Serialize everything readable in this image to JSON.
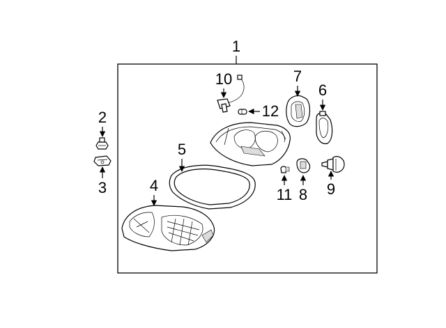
{
  "diagram": {
    "callouts": {
      "c1": "1",
      "c2": "2",
      "c3": "3",
      "c4": "4",
      "c5": "5",
      "c6": "6",
      "c7": "7",
      "c8": "8",
      "c9": "9",
      "c10": "10",
      "c11": "11",
      "c12": "12"
    },
    "colors": {
      "line": "#000000",
      "background": "#ffffff",
      "shade": "#dcdcdc"
    }
  }
}
